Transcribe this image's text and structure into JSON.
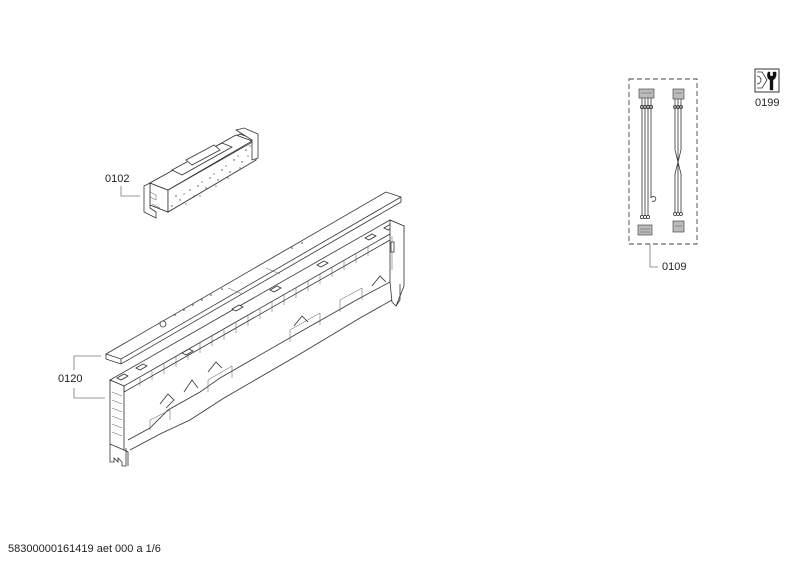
{
  "diagram": {
    "type": "exploded-parts-diagram",
    "parts": [
      {
        "id": "0102",
        "label": "0102",
        "description": "electronic module / control board housing"
      },
      {
        "id": "0120",
        "label": "0120",
        "description": "control panel fascia with strip cover"
      },
      {
        "id": "0109",
        "label": "0109",
        "description": "cable harness set (two wiring leads, dashed group)"
      },
      {
        "id": "0199",
        "label": "0199",
        "description": "service / tool symbol (wrench and nut)"
      }
    ]
  },
  "labels": {
    "part_0102": "0102",
    "part_0120": "0120",
    "part_0109": "0109",
    "part_0199": "0199"
  },
  "icons": {
    "service_icon": "wrench-nut-icon"
  },
  "footer": {
    "document_id": "58300000161419 aet 000 a 1/6"
  }
}
